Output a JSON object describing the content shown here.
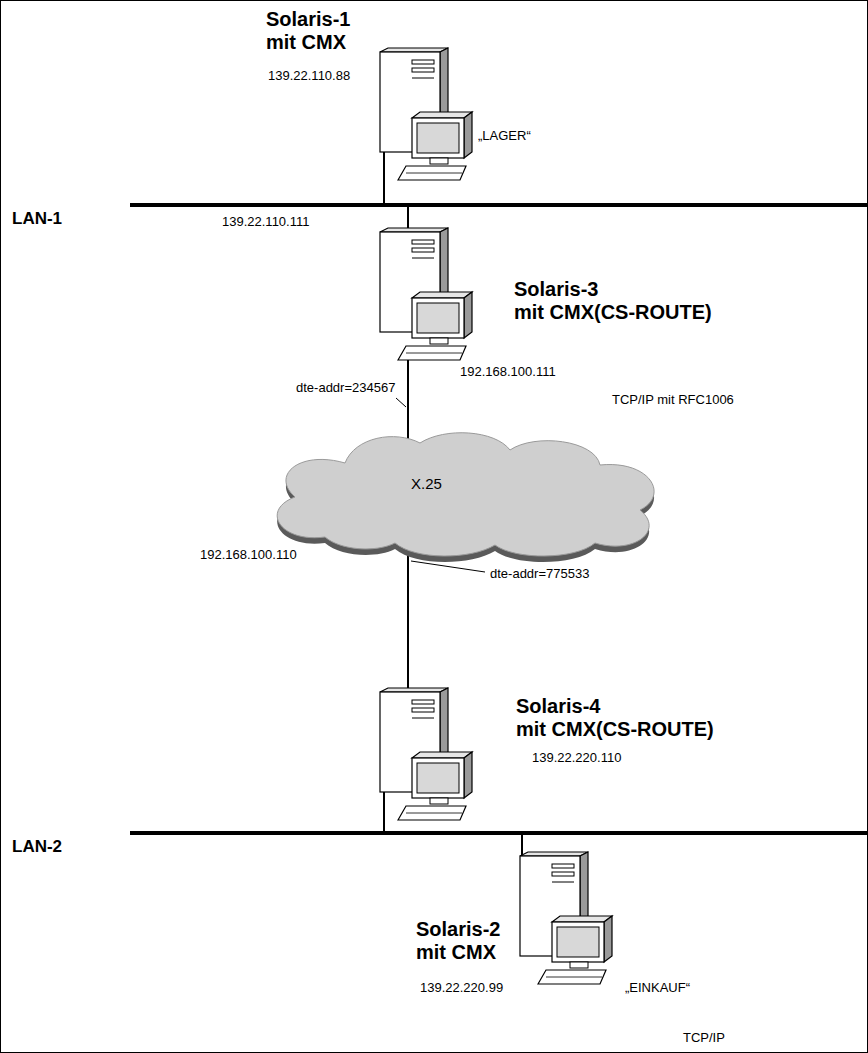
{
  "diagram": {
    "nodes": [
      {
        "text": [
          "Solaris-1",
          "mit CMX"
        ]
      },
      {
        "text": [
          "LAN-1"
        ]
      },
      {
        "text": [
          "Solaris-3",
          "mit CMX(CS-ROUTE)"
        ]
      },
      {
        "text": [
          "X.25"
        ]
      },
      {
        "text": [
          "Solaris-4",
          "mit CMX(CS-ROUTE)"
        ]
      },
      {
        "text": [
          "LAN-2"
        ]
      },
      {
        "text": [
          "Solaris-2",
          "mit CMX"
        ]
      }
    ],
    "edges": [
      {
        "from": 0,
        "to": 1,
        "arrow": "none"
      },
      {
        "from": 1,
        "to": 2,
        "arrow": "none"
      },
      {
        "from": 2,
        "to": 3,
        "arrow": "none"
      },
      {
        "from": 3,
        "to": 4,
        "arrow": "none"
      },
      {
        "from": 4,
        "to": 5,
        "arrow": "none"
      },
      {
        "from": 5,
        "to": 6,
        "arrow": "none"
      }
    ],
    "labels": [
      "139.22.110.88",
      "„LAGER“",
      "139.22.110.111",
      "192.168.100.111",
      "dte-addr=234567",
      "TCP/IP mit RFC1006",
      "192.168.100.110",
      "dte-addr=775533",
      "139.22.220.110",
      "139.22.220.99",
      "„EINKAUF“",
      "TCP/IP"
    ]
  }
}
